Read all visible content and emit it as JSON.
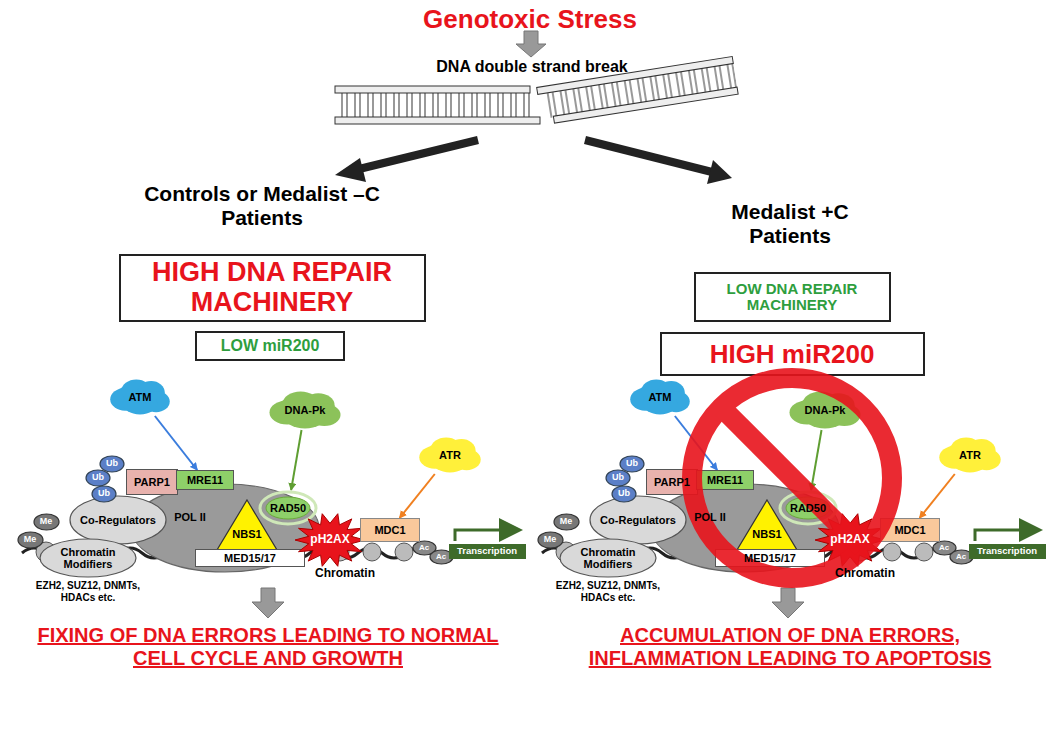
{
  "diagram": {
    "title": "Genotoxic Stress",
    "nodes": [
      {
        "text": [
          "HIGH DNA REPAIR MACHINERY"
        ]
      },
      {
        "text": [
          "LOW miR200"
        ]
      },
      {
        "text": [
          "LOW DNA REPAIR MACHINERY"
        ]
      },
      {
        "text": [
          "HIGH miR200"
        ]
      },
      {
        "text": [
          "ATM"
        ]
      },
      {
        "text": [
          "DNA-Pk"
        ]
      },
      {
        "text": [
          "ATR"
        ]
      },
      {
        "text": [
          "Co-Regulators"
        ]
      },
      {
        "text": [
          "PARP1"
        ]
      },
      {
        "text": [
          "MRE11"
        ]
      },
      {
        "text": [
          "POL II"
        ]
      },
      {
        "text": [
          "NBS1"
        ]
      },
      {
        "text": [
          "RAD50"
        ]
      },
      {
        "text": [
          "pH2AX"
        ]
      },
      {
        "text": [
          "MDC1"
        ]
      },
      {
        "text": [
          "Chromatin Modifiers"
        ]
      },
      {
        "text": [
          "MED15/17"
        ]
      },
      {
        "text": [
          "Ub"
        ]
      },
      {
        "text": [
          "Ub"
        ]
      },
      {
        "text": [
          "Ub"
        ]
      },
      {
        "text": [
          "Me"
        ]
      },
      {
        "text": [
          "Me"
        ]
      },
      {
        "text": [
          "Ac"
        ]
      },
      {
        "text": [
          "Ac"
        ]
      },
      {
        "text": [
          "Transcription"
        ]
      },
      {
        "text": [
          "ATM"
        ]
      },
      {
        "text": [
          "DNA-Pk"
        ]
      },
      {
        "text": [
          "ATR"
        ]
      },
      {
        "text": [
          "Co-Regulators"
        ]
      },
      {
        "text": [
          "PARP1"
        ]
      },
      {
        "text": [
          "MRE11"
        ]
      },
      {
        "text": [
          "POL II"
        ]
      },
      {
        "text": [
          "NBS1"
        ]
      },
      {
        "text": [
          "RAD50"
        ]
      },
      {
        "text": [
          "pH2AX"
        ]
      },
      {
        "text": [
          "MDC1"
        ]
      },
      {
        "text": [
          "Chromatin Modifiers"
        ]
      },
      {
        "text": [
          "MED15/17"
        ]
      },
      {
        "text": [
          "Ub"
        ]
      },
      {
        "text": [
          "Ub"
        ]
      },
      {
        "text": [
          "Ub"
        ]
      },
      {
        "text": [
          "Me"
        ]
      },
      {
        "text": [
          "Me"
        ]
      },
      {
        "text": [
          "Ac"
        ]
      },
      {
        "text": [
          "Ac"
        ]
      },
      {
        "text": [
          "Transcription"
        ]
      }
    ],
    "edges": [
      {
        "from": 4,
        "to": 9,
        "arrow": "to"
      },
      {
        "from": 5,
        "to": 12,
        "arrow": "to"
      },
      {
        "from": 6,
        "to": 14,
        "arrow": "to"
      },
      {
        "from": 25,
        "to": 30,
        "arrow": "to"
      },
      {
        "from": 26,
        "to": 33,
        "arrow": "to"
      },
      {
        "from": 27,
        "to": 35,
        "arrow": "to"
      }
    ],
    "labels": [
      "DNA double strand break",
      "Controls or Medalist –C Patients",
      "Medalist +C Patients",
      "EZH2, SUZ12, DNMTs, HDACs etc.",
      "Chromatin",
      "EZH2, SUZ12, DNMTs, HDACs etc.",
      "Chromatin",
      "FIXING OF DNA ERRORS LEADING TO NORMAL CELL CYCLE AND GROWTH",
      "ACCUMULATION OF DNA ERRORS, INFLAMMATION LEADING TO APOPTOSIS"
    ]
  }
}
